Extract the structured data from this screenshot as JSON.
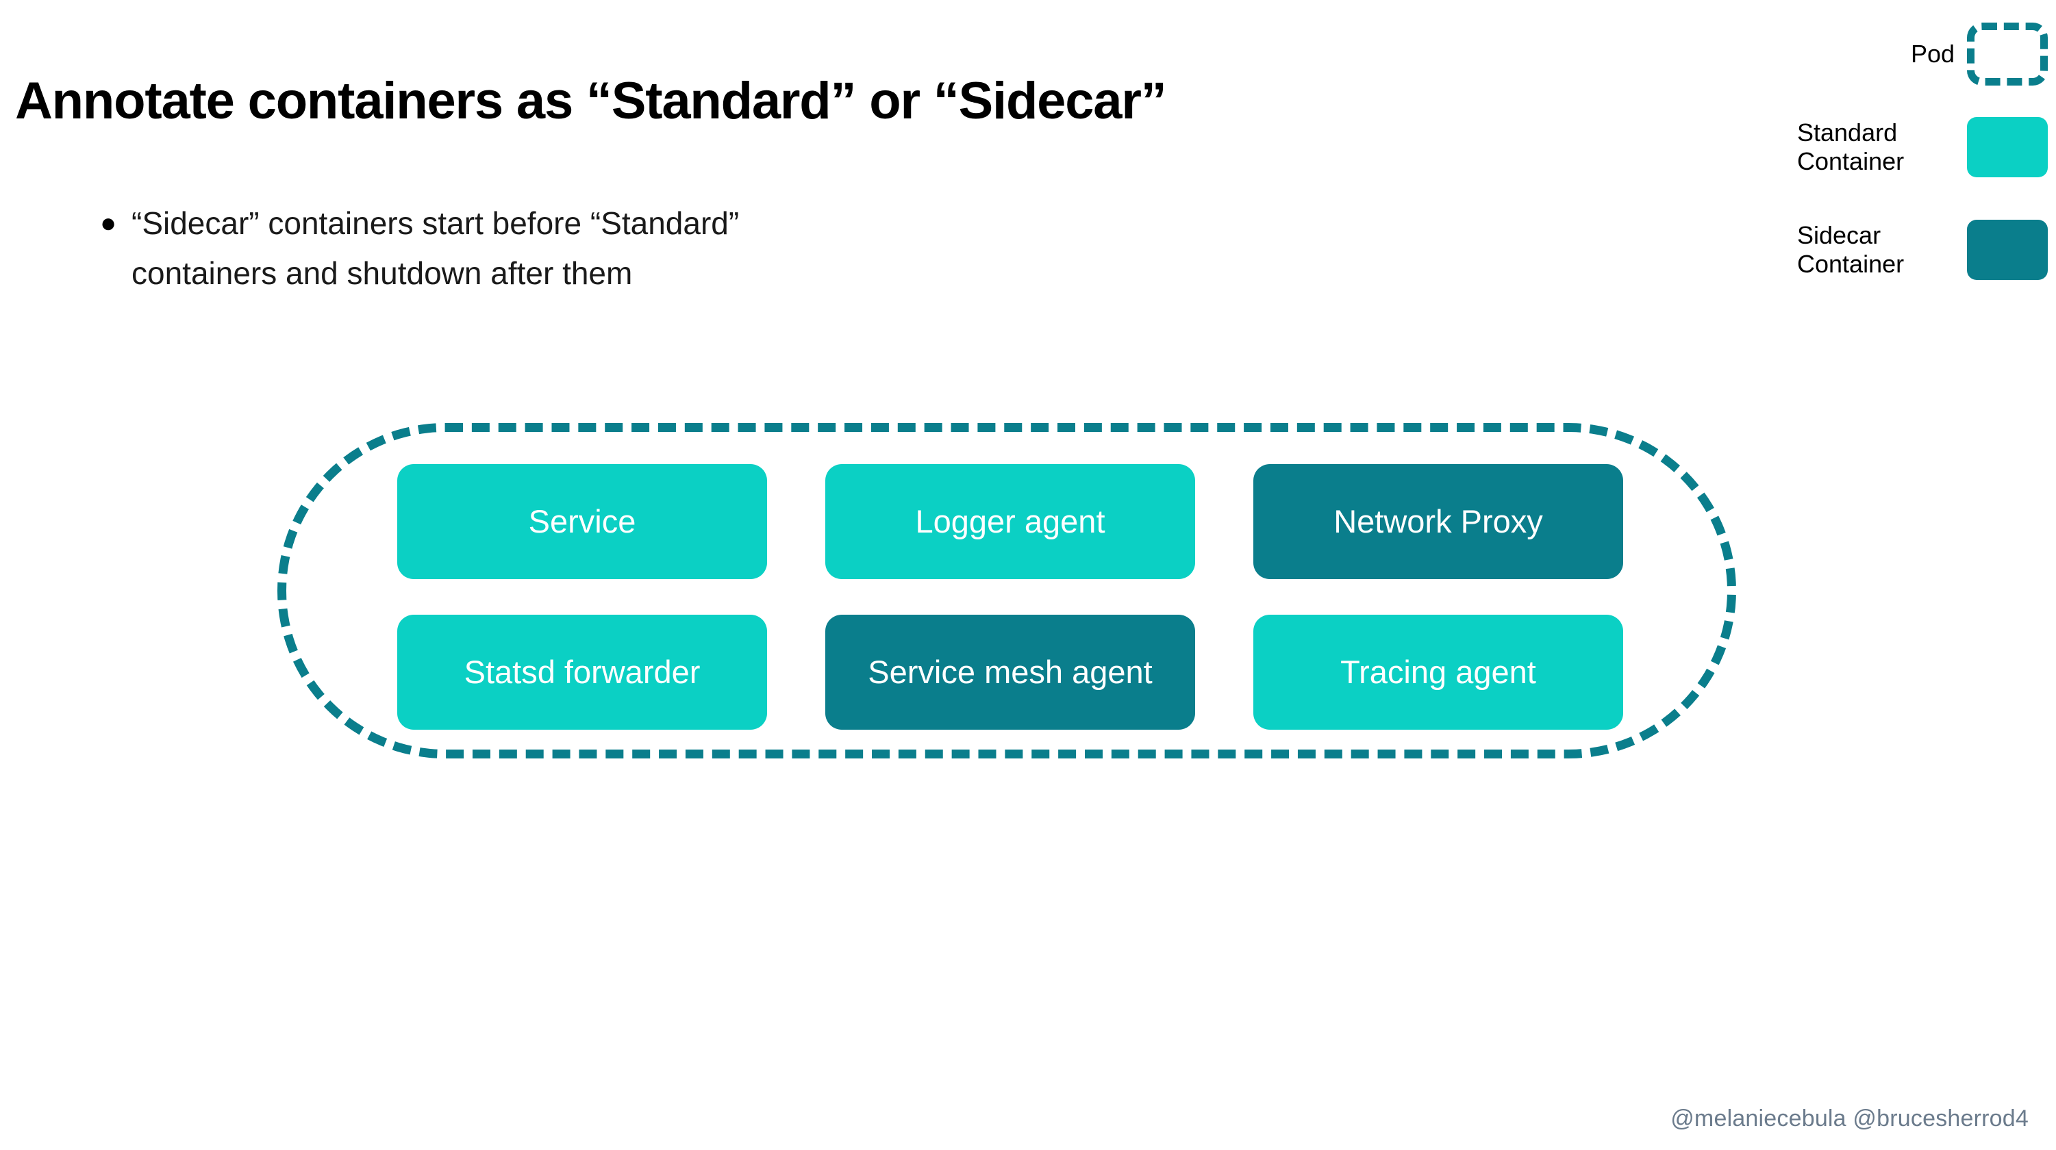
{
  "slide": {
    "title": "Annotate containers as “Standard” or “Sidecar”",
    "bullets": [
      {
        "marker": "●",
        "text": "“Sidecar” containers start before “Standard” containers and shutdown after them"
      }
    ],
    "footer": "@melaniecebula @brucesherrod4"
  },
  "legend": {
    "items": [
      {
        "label": "Pod",
        "swatch": "pod-dashed-outline-icon",
        "color": "#0a7e8c"
      },
      {
        "label": "Standard\nContainer",
        "swatch": "standard-container-swatch-icon",
        "color": "#0bd0c4"
      },
      {
        "label": "Sidecar\nContainer",
        "swatch": "sidecar-container-swatch-icon",
        "color": "#0a7e8c"
      }
    ]
  },
  "pod": {
    "outline_color": "#0a7e8c",
    "containers": [
      {
        "label": "Service",
        "type": "standard"
      },
      {
        "label": "Logger agent",
        "type": "standard"
      },
      {
        "label": "Network Proxy",
        "type": "sidecar"
      },
      {
        "label": "Statsd forwarder",
        "type": "standard"
      },
      {
        "label": "Service mesh agent",
        "type": "sidecar"
      },
      {
        "label": "Tracing agent",
        "type": "standard"
      }
    ]
  },
  "colors": {
    "standard_container": "#0bd0c4",
    "sidecar_container": "#0a7e8c",
    "pod_border": "#0a7e8c",
    "title_text": "#000000",
    "footer_text": "#6b7b8c",
    "background": "#ffffff"
  }
}
